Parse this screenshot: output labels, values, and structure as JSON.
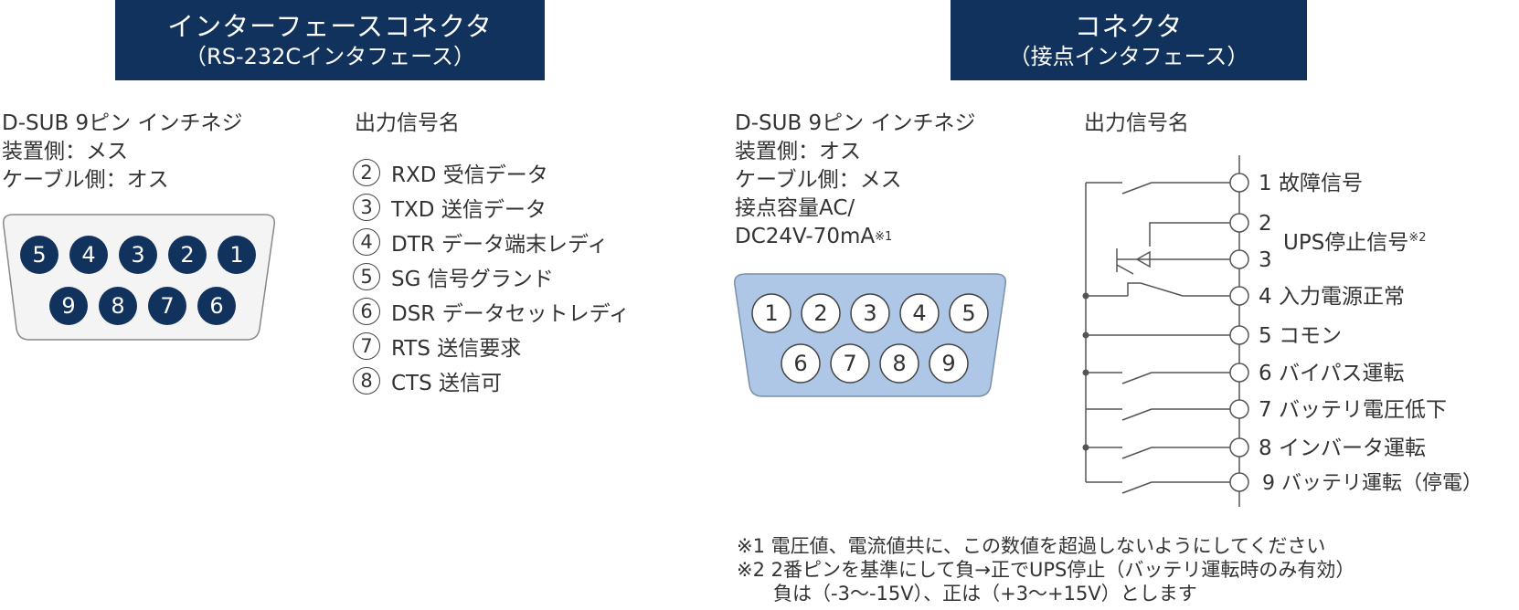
{
  "left": {
    "banner": {
      "line1": "インターフェースコネクタ",
      "line2": "（RS-232Cインタフェース）"
    },
    "spec": [
      "D-SUB 9ピン インチネジ",
      "装置側：メス",
      "ケーブル側：オス"
    ],
    "signal_title": "出力信号名",
    "pins_top": [
      "5",
      "4",
      "3",
      "2",
      "1"
    ],
    "pins_bottom": [
      "9",
      "8",
      "7",
      "6"
    ],
    "signals": [
      {
        "num": "2",
        "label": "RXD 受信データ"
      },
      {
        "num": "3",
        "label": "TXD 送信データ"
      },
      {
        "num": "4",
        "label": "DTR データ端末レディ"
      },
      {
        "num": "5",
        "label": "SG 信号グランド"
      },
      {
        "num": "6",
        "label": "DSR データセットレディ"
      },
      {
        "num": "7",
        "label": "RTS 送信要求"
      },
      {
        "num": "8",
        "label": "CTS 送信可"
      }
    ]
  },
  "right": {
    "banner": {
      "line1": "コネクタ",
      "line2": "（接点インタフェース）"
    },
    "spec": [
      "D-SUB 9ピン インチネジ",
      "装置側：オス",
      "ケーブル側：メス",
      "接点容量AC/",
      "DC24V-70mA"
    ],
    "spec_mark": "※1",
    "signal_title": "出力信号名",
    "pins_top": [
      "1",
      "2",
      "3",
      "4",
      "5"
    ],
    "pins_bottom": [
      "6",
      "7",
      "8",
      "9"
    ],
    "outputs": {
      "p1": "1 故障信号",
      "p2": "2",
      "p3": "3",
      "ups": "UPS停止信号",
      "ups_mark": "※2",
      "p4": "4 入力電源正常",
      "p5": "5 コモン",
      "p6": "6 バイパス運転",
      "p7": "7 バッテリ電圧低下",
      "p8": "8 インバータ運転",
      "p9": "9 バッテリ運転（停電）"
    }
  },
  "notes": [
    "※1 電圧値、電流値共に、この数値を超過しないようにしてください",
    "※2 2番ピンを基準にして負→正でUPS停止（バッテリ運転時のみ有効）",
    "負は（-3〜-15V）、正は（+3〜+15V）とします"
  ],
  "colors": {
    "navy": "#12325e",
    "connector_blue": "#aec7e6",
    "connector_gray": "#f4f4f4",
    "line": "#555555"
  }
}
